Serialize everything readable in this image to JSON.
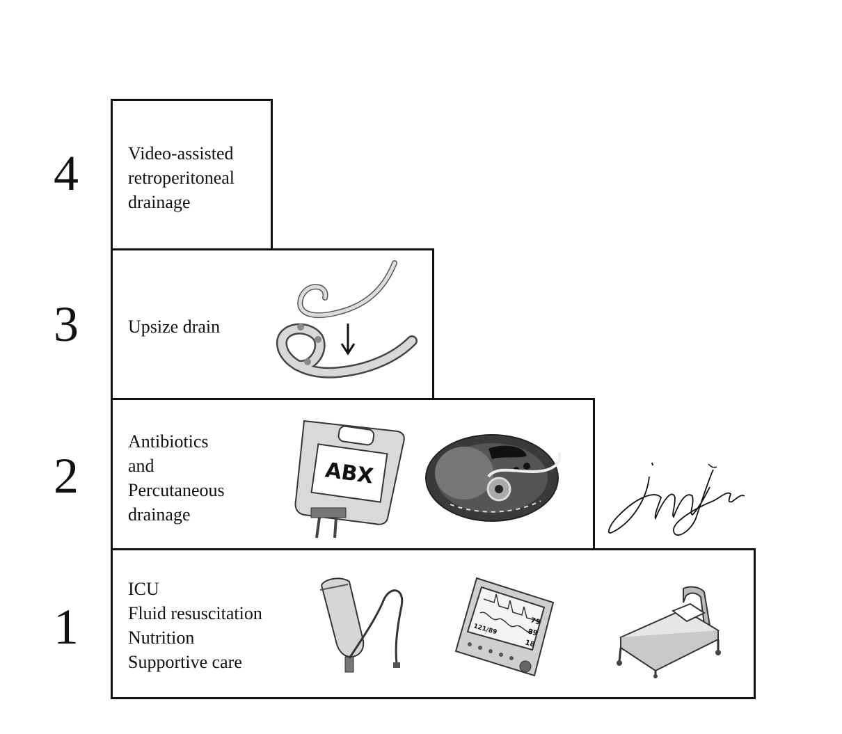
{
  "steps": [
    {
      "number": "1",
      "lines": [
        "ICU",
        "Fluid resuscitation",
        "Nutrition",
        "Supportive care"
      ],
      "illustrations": [
        "iv-fluid-bag-icon",
        "vital-signs-monitor-icon",
        "hospital-bed-icon"
      ],
      "monitor_readings": {
        "heart_rate": "79",
        "bp": "121/89",
        "spo2": "89",
        "resp": "18"
      }
    },
    {
      "number": "2",
      "lines": [
        "Antibiotics",
        "and",
        "Percutaneous",
        "drainage"
      ],
      "illustrations": [
        "antibiotic-bag-icon",
        "ct-cross-section-drain-icon"
      ],
      "bag_label": "ABX"
    },
    {
      "number": "3",
      "lines": [
        "Upsize drain"
      ],
      "illustrations": [
        "pigtail-catheter-upsize-icon"
      ]
    },
    {
      "number": "4",
      "lines": [
        "Video-assisted",
        "retroperitoneal",
        "drainage"
      ],
      "illustrations": []
    }
  ],
  "signature": "artist-signature"
}
